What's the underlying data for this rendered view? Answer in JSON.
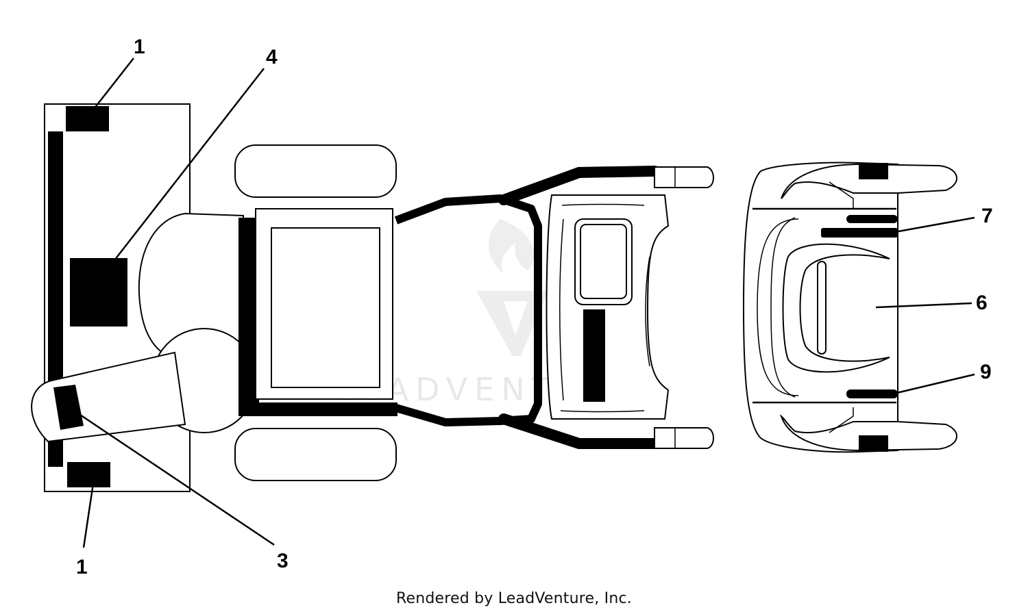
{
  "diagram": {
    "callouts": [
      {
        "id": "1a",
        "label": "1"
      },
      {
        "id": "1b",
        "label": "1"
      },
      {
        "id": "3",
        "label": "3"
      },
      {
        "id": "4",
        "label": "4"
      },
      {
        "id": "6",
        "label": "6"
      },
      {
        "id": "7",
        "label": "7"
      },
      {
        "id": "9",
        "label": "9"
      }
    ],
    "watermark": "LEADVENTURE"
  },
  "footer": {
    "text": "Rendered by LeadVenture, Inc."
  }
}
